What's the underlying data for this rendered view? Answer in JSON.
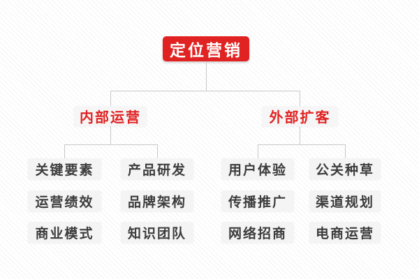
{
  "root": {
    "label": "定位营销"
  },
  "branches": [
    {
      "label": "内部运营",
      "leaves": [
        "关键要素",
        "产品研发",
        "运营绩效",
        "品牌架构",
        "商业模式",
        "知识团队"
      ]
    },
    {
      "label": "外部扩客",
      "leaves": [
        "用户体验",
        "公关种草",
        "传播推广",
        "渠道规划",
        "网络招商",
        "电商运营"
      ]
    }
  ],
  "colors": {
    "accent_red": "#e12222",
    "root_text": "#ffffff",
    "node_bg": "#f4f4f4",
    "node_text": "#3c3c3c",
    "connector": "#c8c8c8",
    "background_stripe": "#f0f0f0"
  }
}
